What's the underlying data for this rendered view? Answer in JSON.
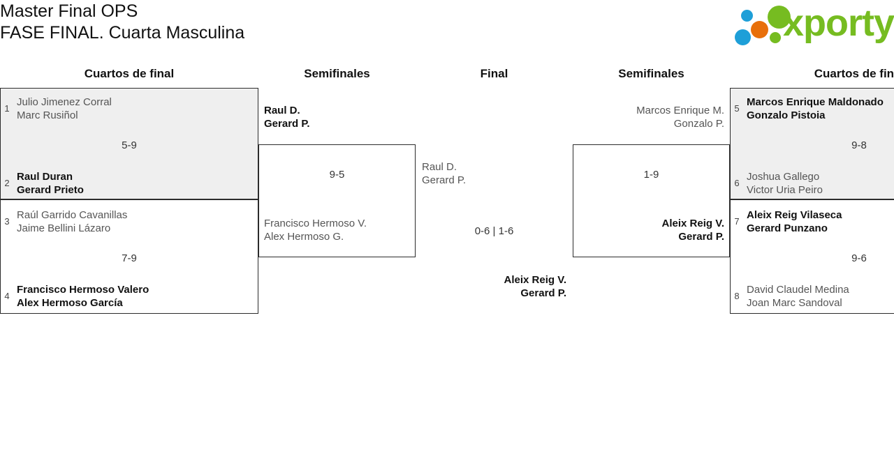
{
  "header": {
    "title_line1": "Master Final OPS",
    "title_line2": "FASE FINAL. Cuarta Masculina",
    "logo_word": "xporty"
  },
  "rounds": [
    {
      "label": "Cuartos de final"
    },
    {
      "label": "Semifinales"
    },
    {
      "label": "Final"
    },
    {
      "label": "Semifinales"
    },
    {
      "label": "Cuartos de final"
    }
  ],
  "left": {
    "quarterfinals": [
      {
        "score": "5-9",
        "top": {
          "seed": "1",
          "player1": "Julio Jimenez Corral",
          "player2": "Marc Rusiñol",
          "winner": false
        },
        "bottom": {
          "seed": "2",
          "player1": "Raul Duran",
          "player2": "Gerard Prieto",
          "winner": true
        }
      },
      {
        "score": "7-9",
        "top": {
          "seed": "3",
          "player1": "Raúl Garrido Cavanillas",
          "player2": "Jaime Bellini Lázaro",
          "winner": false
        },
        "bottom": {
          "seed": "4",
          "player1": "Francisco Hermoso Valero",
          "player2": "Alex Hermoso García",
          "winner": true
        }
      }
    ],
    "semifinal": {
      "score": "9-5",
      "top": {
        "player1": "Raul D.",
        "player2": "Gerard P.",
        "winner": true
      },
      "bottom": {
        "player1": "Francisco Hermoso V.",
        "player2": "Alex Hermoso G.",
        "winner": false
      }
    }
  },
  "right": {
    "quarterfinals": [
      {
        "score": "9-8",
        "top": {
          "seed": "5",
          "player1": "Marcos Enrique Maldonado",
          "player2": "Gonzalo Pistoia",
          "winner": true
        },
        "bottom": {
          "seed": "6",
          "player1": "Joshua Gallego",
          "player2": "Victor Uria Peiro",
          "winner": false
        }
      },
      {
        "score": "9-6",
        "top": {
          "seed": "7",
          "player1": "Aleix Reig Vilaseca",
          "player2": "Gerard Punzano",
          "winner": true
        },
        "bottom": {
          "seed": "8",
          "player1": "David Claudel Medina",
          "player2": "Joan Marc Sandoval",
          "winner": false
        }
      }
    ],
    "semifinal": {
      "score": "1-9",
      "top": {
        "player1": "Marcos Enrique M.",
        "player2": "Gonzalo P.",
        "winner": false
      },
      "bottom": {
        "player1": "Aleix Reig V.",
        "player2": "Gerard P.",
        "winner": true
      }
    }
  },
  "final": {
    "score": "0-6 | 1-6",
    "left": {
      "player1": "Raul D.",
      "player2": "Gerard P.",
      "winner": false
    },
    "right": {
      "player1": "Aleix Reig V.",
      "player2": "Gerard P.",
      "winner": true
    }
  },
  "colors": {
    "box_fill_grey": "#efefef",
    "box_border": "#2b2b2b",
    "logo_green": "#76bc21",
    "logo_blue": "#1e9fd8",
    "logo_orange": "#e8700a"
  }
}
